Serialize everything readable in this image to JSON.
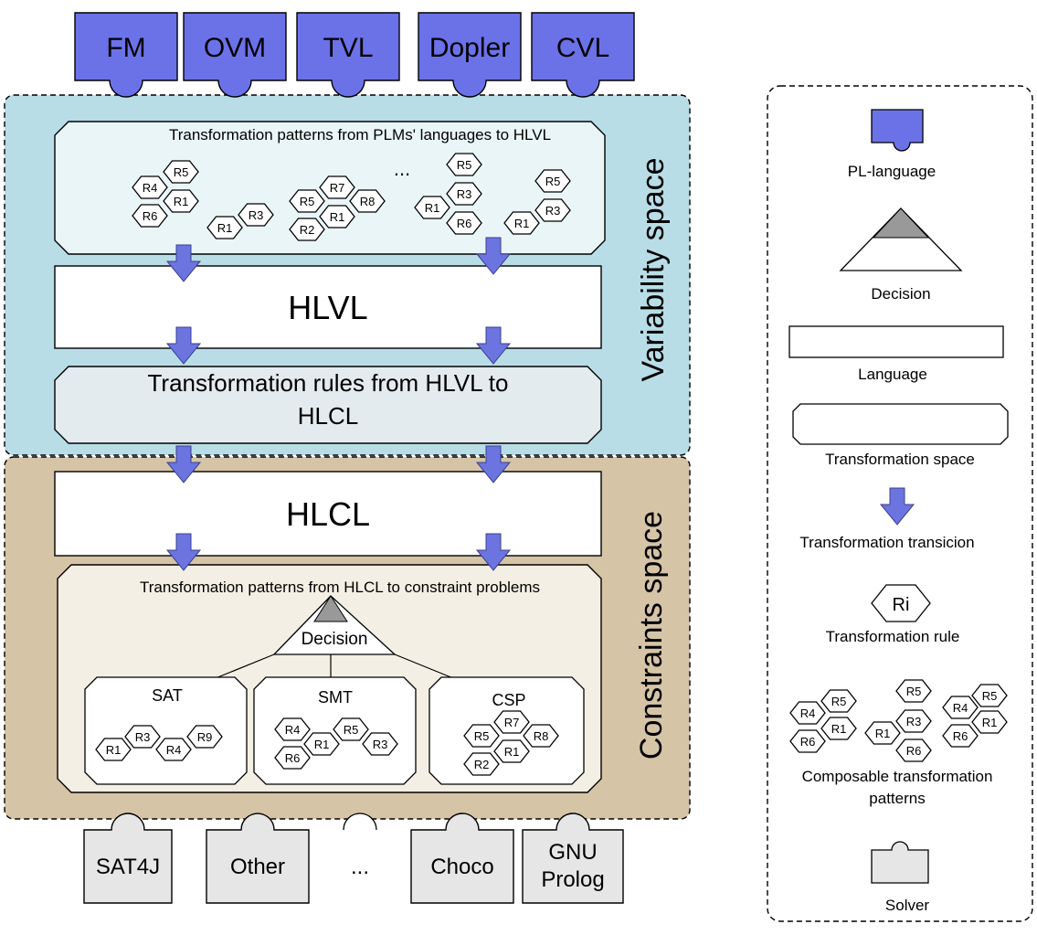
{
  "pl_languages": [
    "FM",
    "OVM",
    "TVL",
    "Dopler",
    "CVL"
  ],
  "variability_space": {
    "title": "Variability space",
    "patterns_title": "Transformation patterns from PLMs' languages to HLVL",
    "ellipsis": "...",
    "hlvl": "HLVL",
    "rules_line1": "Transformation rules from HLVL to",
    "rules_line2": "HLCL"
  },
  "constraints_space": {
    "title": "Constraints space",
    "hlcl": "HLCL",
    "patterns_title": "Transformation patterns from HLCL to constraint problems",
    "decision": "Decision",
    "solver_kinds": [
      "SAT",
      "SMT",
      "CSP"
    ]
  },
  "solvers": [
    "SAT4J",
    "Other",
    "...",
    "Choco",
    "GNU\nProlog"
  ],
  "legend": {
    "pl_language": "PL-language",
    "decision": "Decision",
    "language": "Language",
    "transformation_space": "Transformation space",
    "transformation_transition": "Transformation transicion",
    "rule_symbol": "Ri",
    "transformation_rule": "Transformation rule",
    "composable_line1": "Composable transformation",
    "composable_line2": "patterns",
    "solver": "Solver"
  },
  "colors": {
    "pl_blue": "#6b72e8",
    "arrow_blue": "#6c74e0",
    "variability_bg": "#b8dde6",
    "constraints_bg": "#d6c4a6",
    "solver_gray": "#e6e6e6",
    "decision_top": "#999999"
  }
}
